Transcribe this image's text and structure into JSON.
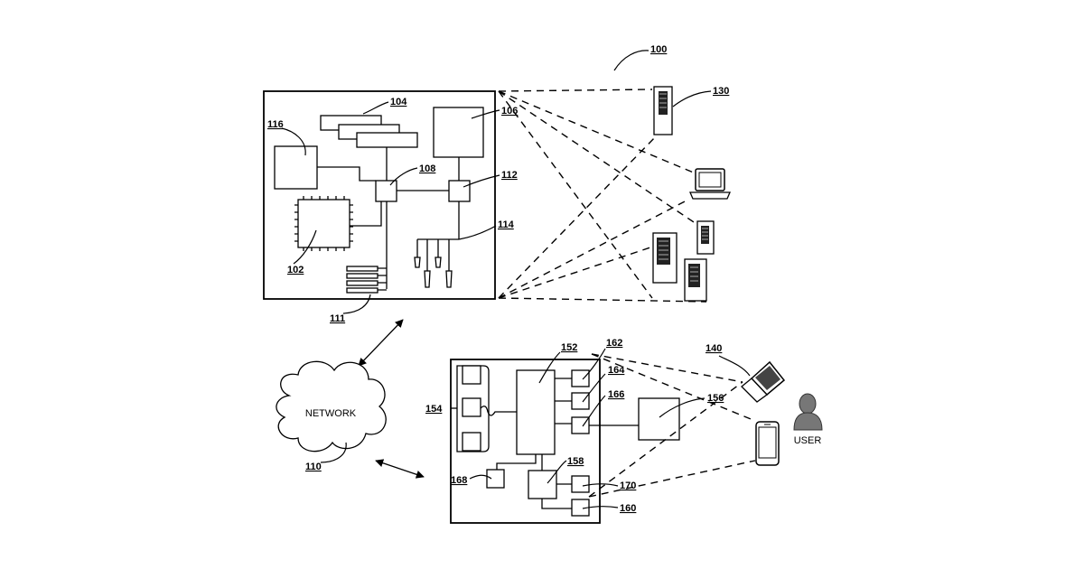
{
  "diagram": {
    "ref_labels": {
      "system": "100",
      "processor": "102",
      "memory_stack": "104",
      "storage": "106",
      "hub": "108",
      "network": "110",
      "ports": "111",
      "interface": "112",
      "connectors": "114",
      "module": "116",
      "server": "130",
      "user_laptop": "140",
      "controller": "152",
      "bank": "154",
      "display": "156",
      "sub_hub": "158",
      "port_a": "160",
      "port_b": "162",
      "port_c": "164",
      "port_d": "166",
      "small_block": "168",
      "port_e": "170"
    },
    "network_text": "NETWORK",
    "user_text": "USER"
  }
}
